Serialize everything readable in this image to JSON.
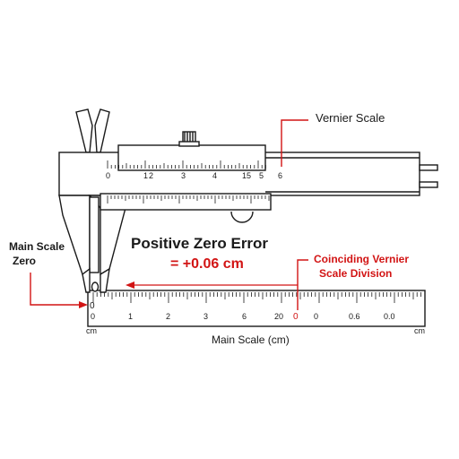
{
  "labels": {
    "vernier_scale": "Vernier Scale",
    "main_scale_zero_line1": "Main Scale",
    "main_scale_zero_line2": "Zero",
    "title": "Positive Zero Error",
    "value": "= +0.06 cm",
    "coinciding_line1": "Coinciding Vernier",
    "coinciding_line2": "Scale Division",
    "axis_title": "Main Scale (cm)",
    "unit_left": "cm",
    "unit_right": "cm"
  },
  "upper_scale_numbers": [
    "0",
    "1",
    "2",
    "3",
    "4",
    "15",
    "5",
    "6"
  ],
  "lower_scale_numbers": [
    "0",
    "1",
    "2",
    "3",
    "20",
    "0",
    "6",
    "0.6",
    "0.0"
  ],
  "marker_numbers": {
    "main_zero": "0",
    "coinciding": "0"
  },
  "colors": {
    "accent": "#d21414",
    "ink": "#1a1a1a",
    "background": "#ffffff"
  }
}
